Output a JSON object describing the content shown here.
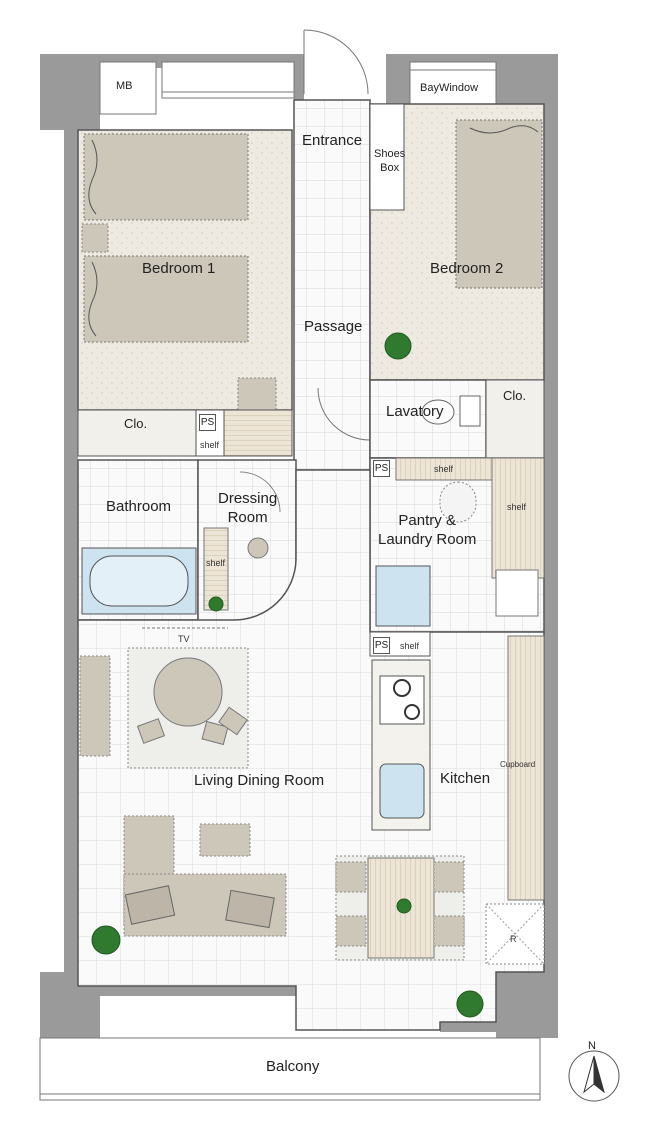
{
  "rooms": {
    "mb": "MB",
    "bay_window": "BayWindow",
    "entrance": "Entrance",
    "shoes_box_line1": "Shoes",
    "shoes_box_line2": "Box",
    "bedroom1": "Bedroom 1",
    "bedroom2": "Bedroom 2",
    "passage": "Passage",
    "lavatory": "Lavatory",
    "clo_left": "Clo.",
    "clo_right": "Clo.",
    "shelf_bedroom1": "shelf",
    "shelf_top": "shelf",
    "shelf_right": "shelf",
    "bathroom": "Bathroom",
    "dressing_line1": "Dressing",
    "dressing_line2": "Room",
    "pantry_line1": "Pantry &",
    "pantry_line2": "Laundry Room",
    "shelf_dressing": "shelf",
    "shelf_kitchen": "shelf",
    "tv": "TV",
    "living": "Living Dining Room",
    "kitchen": "Kitchen",
    "cupboard": "Cupboard",
    "fridge": "R",
    "balcony": "Balcony",
    "north": "N"
  },
  "ps_labels": [
    "PS",
    "PS",
    "PS"
  ],
  "colors": {
    "wall": "#9a9a9a",
    "bedroom_floor": "#ede9e0",
    "furniture": "#cdc7ba",
    "grid_floor": "#fafafa",
    "grid_line": "#dddddd",
    "bath_blue": "#cde3f0",
    "plant": "#2f7a2f",
    "shelf_wood": "#e8e0d0"
  }
}
